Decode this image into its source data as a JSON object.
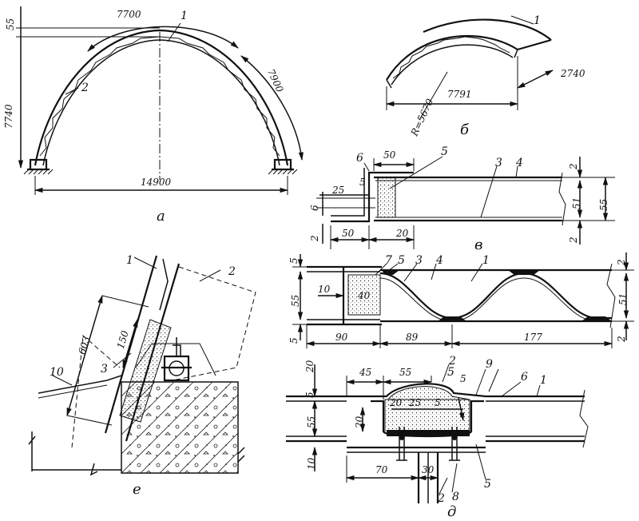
{
  "a": {
    "caption": "а",
    "dims": {
      "rise_top": "55",
      "height": "7740",
      "arc_chord": "7700",
      "arc_side": "7900",
      "span": "14900"
    },
    "parts": {
      "p1": "1",
      "p2": "2"
    }
  },
  "b": {
    "caption": "б",
    "dims": {
      "radius": "R=5670",
      "chord": "7791",
      "width": "2740"
    },
    "parts": {
      "p1": "1"
    }
  },
  "v": {
    "caption": "в",
    "dims": {
      "d50a": "50",
      "d25": "25",
      "d5": "5",
      "d6": "6",
      "d2a": "2",
      "d50b": "50",
      "d20": "20",
      "d2r": "2",
      "d51": "51",
      "d55": "55",
      "d2rb": "2"
    },
    "parts": {
      "p6": "6",
      "p5": "5",
      "p3": "3",
      "p4": "4"
    }
  },
  "g": {
    "dims": {
      "d5t": "5",
      "d55": "55",
      "d10": "10",
      "d40": "40",
      "d5b": "5",
      "d90": "90",
      "d89": "89",
      "d177": "177",
      "d2rt": "2",
      "d51": "51",
      "d2rb": "2"
    },
    "parts": {
      "p7": "7",
      "p5": "5",
      "p3": "3",
      "p4": "4",
      "p1": "1"
    }
  },
  "d": {
    "caption": "д",
    "dims": {
      "d20t": "20",
      "d45": "45",
      "d55t": "55",
      "d5l": "5",
      "d55l": "55",
      "d20m": "20",
      "d10": "10",
      "d20c": "20",
      "d25c": "25",
      "d5c": "5",
      "d5r": "5",
      "d70": "70",
      "d30": "30"
    },
    "parts": {
      "p2t": "2",
      "p5t": "5",
      "p9": "9",
      "p6": "6",
      "p1": "1",
      "p2b": "2",
      "p8": "8",
      "p5b": "5"
    }
  },
  "e": {
    "caption": "е",
    "dims": {
      "d603": "603",
      "d150": "150"
    },
    "parts": {
      "p1": "1",
      "p2": "2",
      "p3": "3",
      "p10": "10"
    }
  }
}
